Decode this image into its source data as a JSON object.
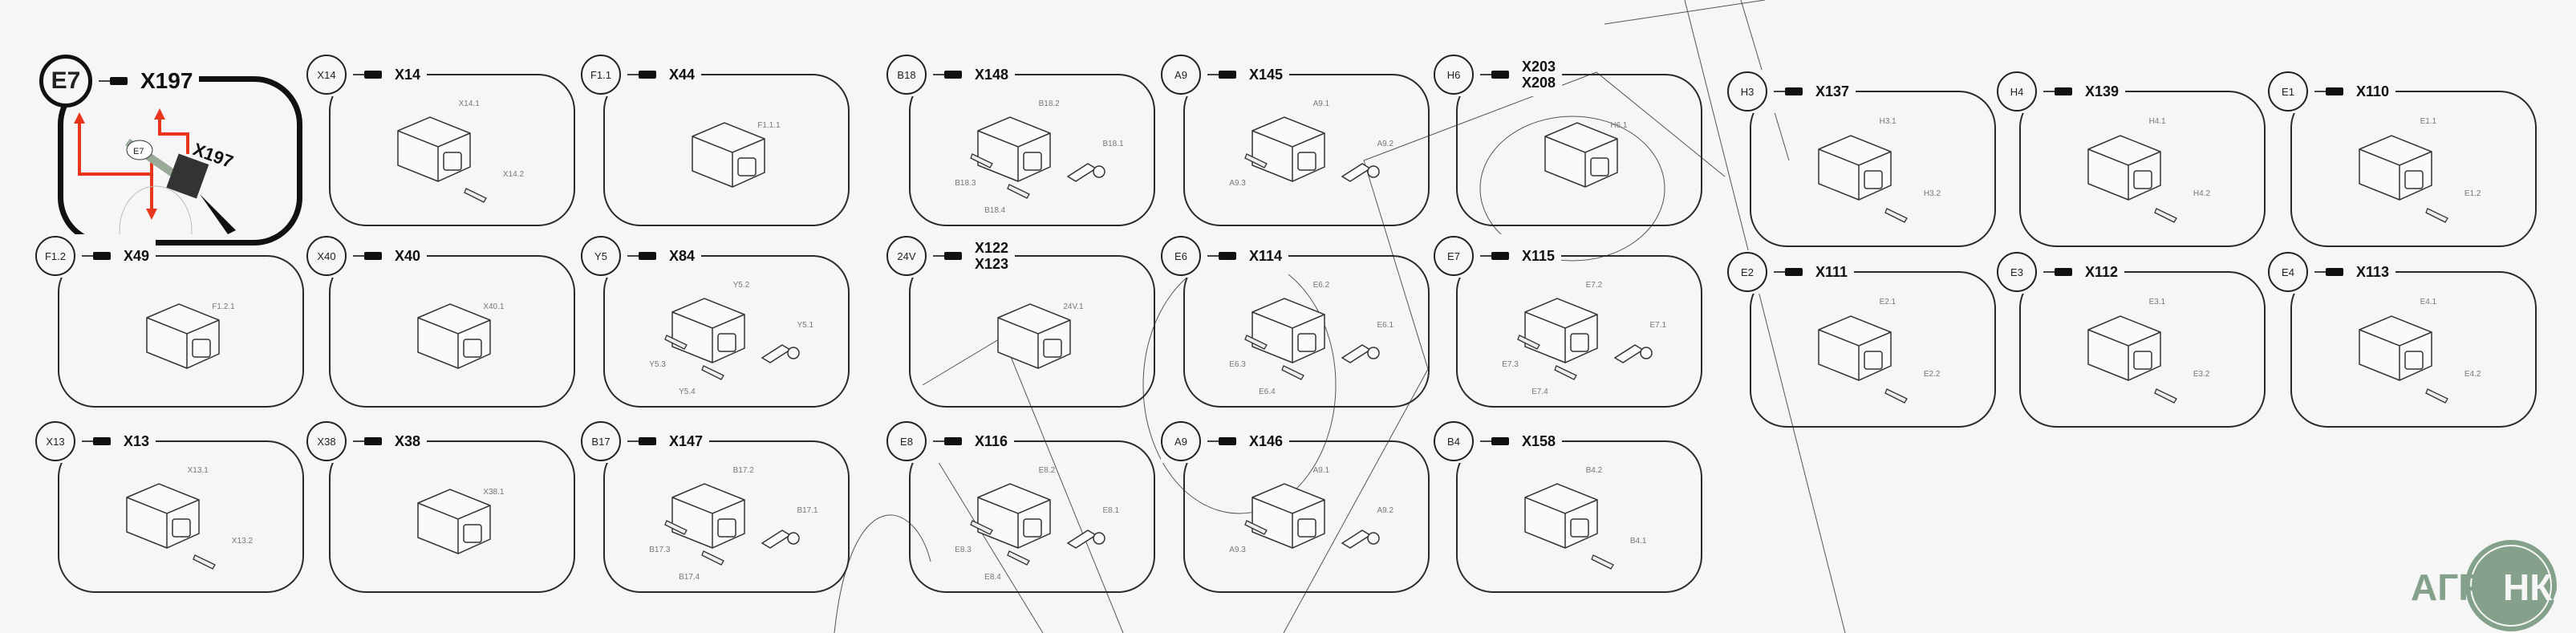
{
  "panels": [
    {
      "tag": "E7",
      "title": [
        "X197"
      ],
      "parts": [],
      "callouts": [
        "E7",
        "X197"
      ]
    },
    {
      "tag": "X14",
      "title": [
        "X14"
      ],
      "parts": [
        "X14.1",
        "X14.2"
      ]
    },
    {
      "tag": "F1.1",
      "title": [
        "X44"
      ],
      "parts": [
        "F1.1.1"
      ]
    },
    {
      "tag": "B18",
      "title": [
        "X148"
      ],
      "parts": [
        "B18.2",
        "B18.1",
        "B18.3",
        "B18.4"
      ]
    },
    {
      "tag": "A9",
      "title": [
        "X145"
      ],
      "parts": [
        "A9.1",
        "A9.2",
        "A9.3"
      ]
    },
    {
      "tag": "H6",
      "title": [
        "X203",
        "X208"
      ],
      "parts": [
        "H6.1"
      ]
    },
    {
      "tag": "H3",
      "title": [
        "X137"
      ],
      "parts": [
        "H3.1",
        "H3.2"
      ]
    },
    {
      "tag": "H4",
      "title": [
        "X139"
      ],
      "parts": [
        "H4.1",
        "H4.2"
      ]
    },
    {
      "tag": "E1",
      "title": [
        "X110"
      ],
      "parts": [
        "E1.1",
        "E1.2"
      ]
    },
    {
      "tag": "F1.2",
      "title": [
        "X49"
      ],
      "parts": [
        "F1.2.1"
      ]
    },
    {
      "tag": "X40",
      "title": [
        "X40"
      ],
      "parts": [
        "X40.1"
      ]
    },
    {
      "tag": "Y5",
      "title": [
        "X84"
      ],
      "parts": [
        "Y5.2",
        "Y5.1",
        "Y5.3",
        "Y5.4"
      ]
    },
    {
      "tag": "24V",
      "title": [
        "X122",
        "X123"
      ],
      "parts": [
        "24V.1"
      ]
    },
    {
      "tag": "E6",
      "title": [
        "X114"
      ],
      "parts": [
        "E6.2",
        "E6.1",
        "E6.3",
        "E6.4"
      ]
    },
    {
      "tag": "E7",
      "title": [
        "X115"
      ],
      "parts": [
        "E7.2",
        "E7.1",
        "E7.3",
        "E7.4"
      ]
    },
    {
      "tag": "E2",
      "title": [
        "X111"
      ],
      "parts": [
        "E2.1",
        "E2.2"
      ]
    },
    {
      "tag": "E3",
      "title": [
        "X112"
      ],
      "parts": [
        "E3.1",
        "E3.2"
      ]
    },
    {
      "tag": "E4",
      "title": [
        "X113"
      ],
      "parts": [
        "E4.1",
        "E4.2"
      ]
    },
    {
      "tag": "X13",
      "title": [
        "X13"
      ],
      "parts": [
        "X13.1",
        "X13.2"
      ]
    },
    {
      "tag": "X38",
      "title": [
        "X38"
      ],
      "parts": [
        "X38.1"
      ]
    },
    {
      "tag": "B17",
      "title": [
        "X147"
      ],
      "parts": [
        "B17.2",
        "B17.1",
        "B17.3",
        "B17.4"
      ]
    },
    {
      "tag": "E8",
      "title": [
        "X116"
      ],
      "parts": [
        "E8.2",
        "E8.1",
        "E8.3",
        "E8.4"
      ]
    },
    {
      "tag": "A9",
      "title": [
        "X146"
      ],
      "parts": [
        "A9.1",
        "A9.2",
        "A9.3"
      ]
    },
    {
      "tag": "B4",
      "title": [
        "X158"
      ],
      "parts": [
        "B4.2",
        "B4.1"
      ]
    }
  ],
  "logo": {
    "left": "АГРО",
    "right": "НКА",
    "color": "#85a18c"
  },
  "colors": {
    "arrow": "#e8361c",
    "line": "#2a2a2a",
    "label": "#777777"
  }
}
